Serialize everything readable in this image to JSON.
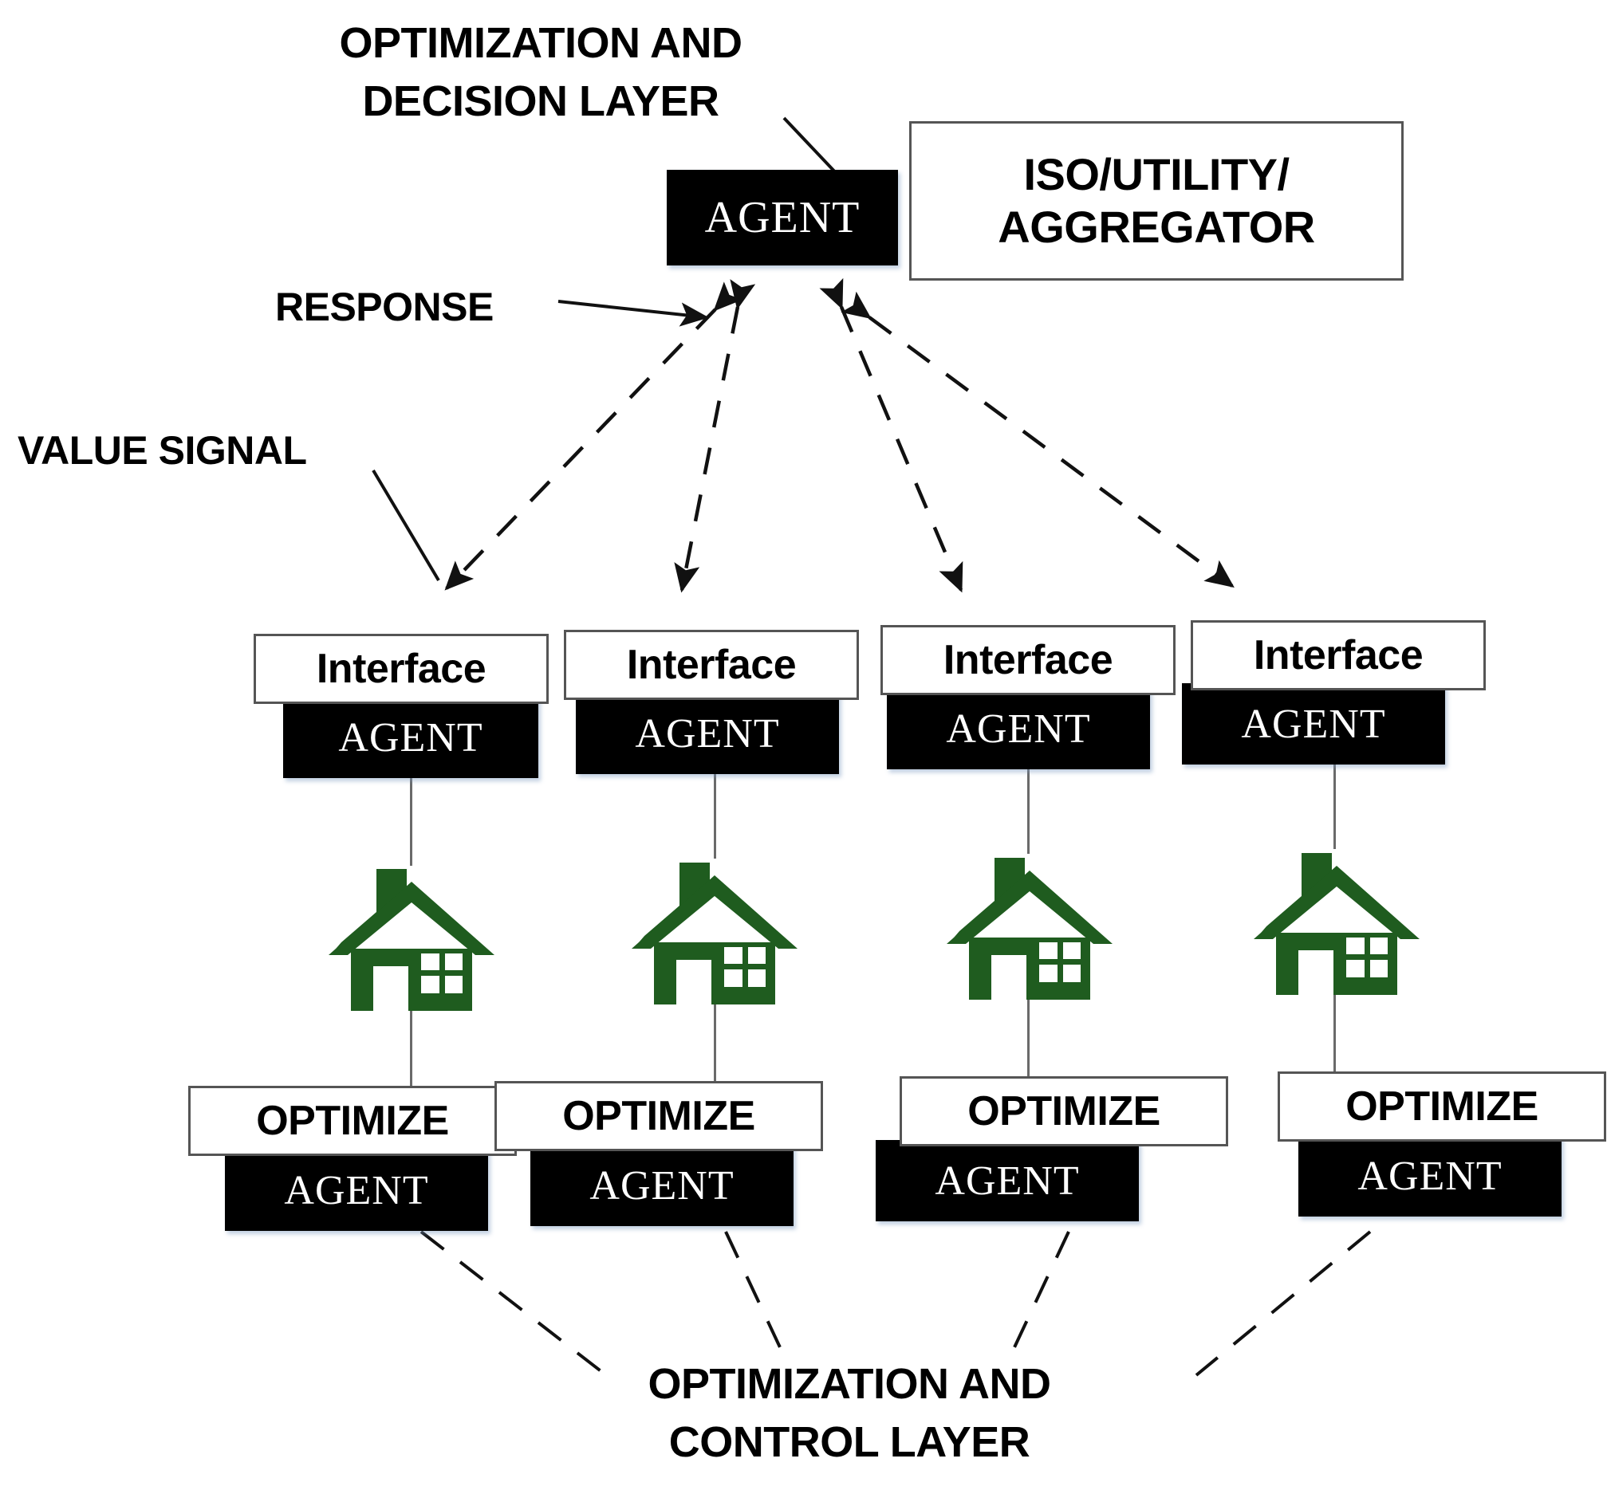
{
  "diagram": {
    "title_top": {
      "line1": "OPTIMIZATION AND",
      "line2": "DECISION LAYER"
    },
    "title_bottom": {
      "line1": "OPTIMIZATION AND",
      "line2": "CONTROL LAYER"
    },
    "annotations": {
      "response": "RESPONSE",
      "value_signal": "VALUE SIGNAL"
    },
    "top_level": {
      "agent_label": "AGENT",
      "iso_box": {
        "line1": "ISO/UTILITY/",
        "line2": "AGGREGATOR"
      }
    },
    "columns": [
      {
        "interface_label": "Interface",
        "interface_agent_label": "AGENT",
        "house_icon": "house-icon",
        "optimize_label": "OPTIMIZE",
        "optimize_agent_label": "AGENT"
      },
      {
        "interface_label": "Interface",
        "interface_agent_label": "AGENT",
        "house_icon": "house-icon",
        "optimize_label": "OPTIMIZE",
        "optimize_agent_label": "AGENT"
      },
      {
        "interface_label": "Interface",
        "interface_agent_label": "AGENT",
        "house_icon": "house-icon",
        "optimize_label": "OPTIMIZE",
        "optimize_agent_label": "AGENT"
      },
      {
        "interface_label": "Interface",
        "interface_agent_label": "AGENT",
        "house_icon": "house-icon",
        "optimize_label": "OPTIMIZE",
        "optimize_agent_label": "AGENT"
      }
    ],
    "colors": {
      "house_green": "#1f5c1f",
      "box_border": "#555555",
      "agent_fill": "#000000",
      "agent_text": "#ffffff",
      "line": "#6a6a6a",
      "arrow": "#111111",
      "background": "#ffffff"
    }
  }
}
